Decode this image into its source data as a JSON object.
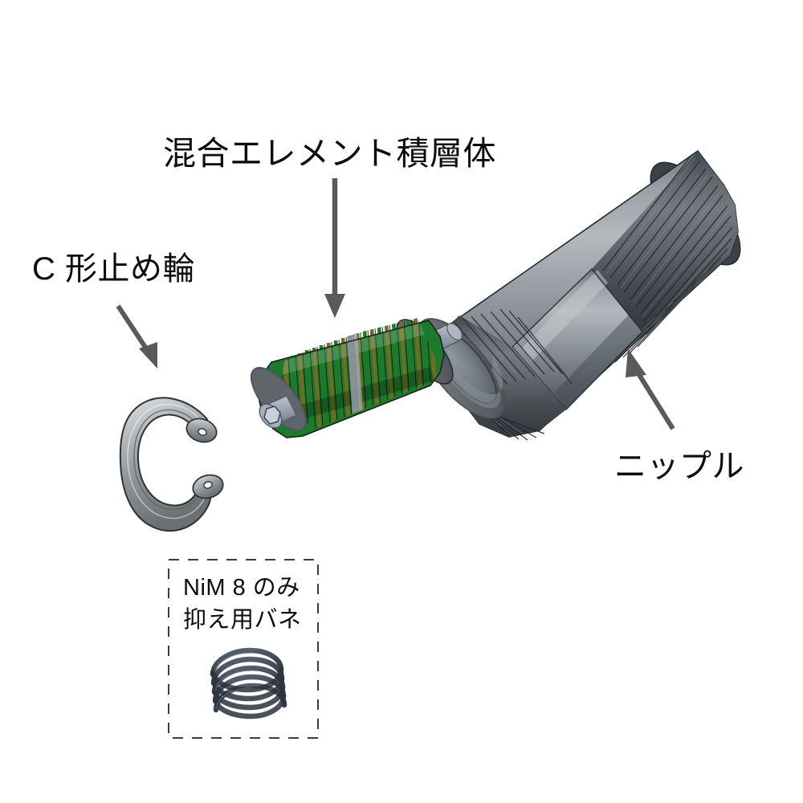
{
  "diagram": {
    "type": "exploded-assembly-drawing",
    "background_color": "#ffffff",
    "labels": {
      "mixing_element_stack": "混合エレメント積層体",
      "c_retaining_ring": "C 形止め輪",
      "nipple": "ニップル",
      "spring_note_line1": "NiM 8 のみ",
      "spring_note_line2": "抑え用バネ"
    },
    "parts": [
      {
        "id": "mixing-element-stack",
        "label": "混合エレメント積層体",
        "description": "stacked green mixing element discs with hex socket screw head",
        "colors": {
          "green": "#1d7a2c",
          "olive": "#6a6a22",
          "metal": "#6e747a",
          "screw": "#9aa2b2"
        }
      },
      {
        "id": "nipple",
        "label": "ニップル",
        "description": "threaded hollow nipple with smooth mid section",
        "colors": {
          "body": "#8b9196",
          "thread": "#4c5256",
          "bore": "#6a7176"
        }
      },
      {
        "id": "c-retaining-ring",
        "label": "C 形止め輪",
        "description": "internal C-shaped retaining ring with two lug holes",
        "colors": {
          "metal": "#b9bcc0",
          "edge": "#3a3d41"
        }
      },
      {
        "id": "retaining-spring",
        "label": "抑え用バネ",
        "description": "coil spring shown inside dashed callout box",
        "colors": {
          "metal": "#4a515c"
        }
      }
    ],
    "arrows": [
      {
        "id": "arrow-to-element-stack",
        "from": "混合エレメント積層体",
        "to": "mixing-element-stack",
        "direction": "down",
        "color": "#5a5a5a"
      },
      {
        "id": "arrow-to-c-ring",
        "from": "C 形止め輪",
        "to": "c-retaining-ring",
        "direction": "down-right",
        "color": "#5a5a5a"
      },
      {
        "id": "arrow-to-nipple",
        "from": "ニップル",
        "to": "nipple",
        "direction": "up-left",
        "color": "#5a5a5a"
      }
    ],
    "callout_box": {
      "id": "spring-callout-box",
      "style": "dashed",
      "border_color": "#3c3c3c",
      "lines": [
        "NiM 8 のみ",
        "抑え用バネ"
      ]
    }
  }
}
